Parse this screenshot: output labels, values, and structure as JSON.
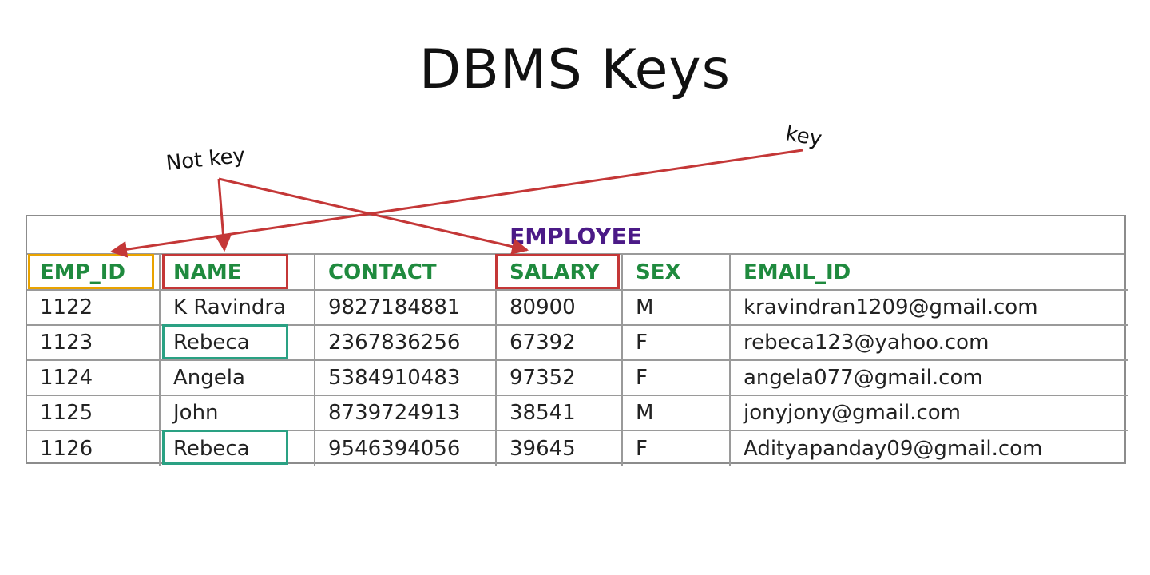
{
  "title": "DBMS Keys",
  "annotations": {
    "not_key": "Not key",
    "key": "key"
  },
  "colors": {
    "header_text": "#1f8a3e",
    "table_title": "#4b1a87",
    "arrow": "#c43737",
    "primary_key_box": "#e9a300",
    "not_key_box": "#c43737",
    "duplicate_box": "#2aa183"
  },
  "table": {
    "title": "EMPLOYEE",
    "columns": [
      "EMP_ID",
      "NAME",
      "CONTACT",
      "SALARY",
      "SEX",
      "EMAIL_ID"
    ],
    "rows": [
      [
        "1122",
        "K Ravindra",
        "9827184881",
        "80900",
        "M",
        "kravindran1209@gmail.com"
      ],
      [
        "1123",
        "Rebeca",
        "2367836256",
        "67392",
        "F",
        "rebeca123@yahoo.com"
      ],
      [
        "1124",
        "Angela",
        "5384910483",
        "97352",
        "F",
        "angela077@gmail.com"
      ],
      [
        "1125",
        "John",
        "8739724913",
        "38541",
        "M",
        "jonyjony@gmail.com"
      ],
      [
        "1126",
        "Rebeca",
        "9546394056",
        "39645",
        "F",
        "Adityapanday09@gmail.com"
      ]
    ]
  }
}
